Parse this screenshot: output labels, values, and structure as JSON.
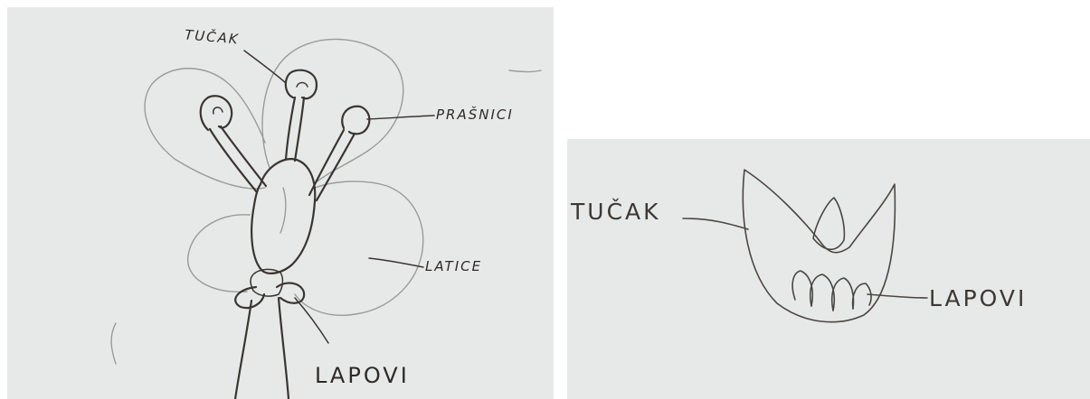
{
  "diagrams": [
    {
      "labels": {
        "pistil": "TUČAK",
        "stamens": "PRAŠNICI",
        "petals": "LATICE",
        "sepals": "LAPOVI"
      }
    },
    {
      "labels": {
        "pistil": "TUČAK",
        "sepals": "LAPOVI"
      }
    }
  ],
  "colors": {
    "panel_background": "#e7e9e8",
    "ink": "#3a3533",
    "pencil": "#9a9a9a"
  }
}
